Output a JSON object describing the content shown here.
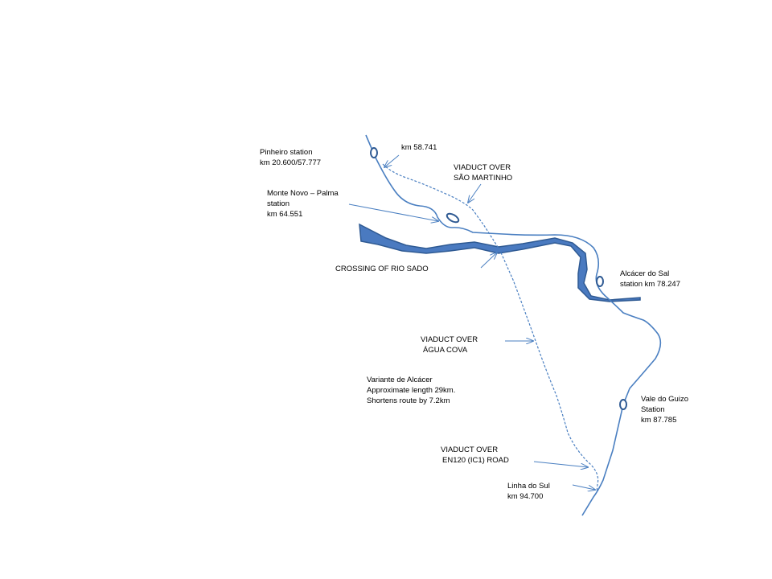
{
  "colors": {
    "line": "#4a7fc1",
    "river_fill": "#4a7ac0",
    "river_stroke": "#2f5a93",
    "background": "#ffffff",
    "text": "#000000"
  },
  "labels": {
    "pinheiro": [
      "Pinheiro station",
      "km 20.600/57.777"
    ],
    "km58": [
      "km 58.741"
    ],
    "sao_martinho": [
      "VIADUCT OVER",
      "SÃO MARTINHO"
    ],
    "monte_novo": [
      "Monte Novo – Palma",
      "station",
      "km 64.551"
    ],
    "crossing": [
      "CROSSING OF RIO SADO"
    ],
    "alcacer": [
      "Alcácer do Sal",
      "station km 78.247"
    ],
    "agua_cova": [
      "VIADUCT OVER",
      "ÁGUA COVA"
    ],
    "variante": [
      "Variante de Alcácer",
      "Approximate length 29km.",
      "Shortens route by 7.2km"
    ],
    "vale_guizo": [
      "Vale do Guizo",
      "Station",
      "km 87.785"
    ],
    "en120": [
      "VIADUCT OVER",
      "EN120 (IC1) ROAD"
    ],
    "linha_sul": [
      "Linha do Sul",
      "km 94.700"
    ]
  }
}
